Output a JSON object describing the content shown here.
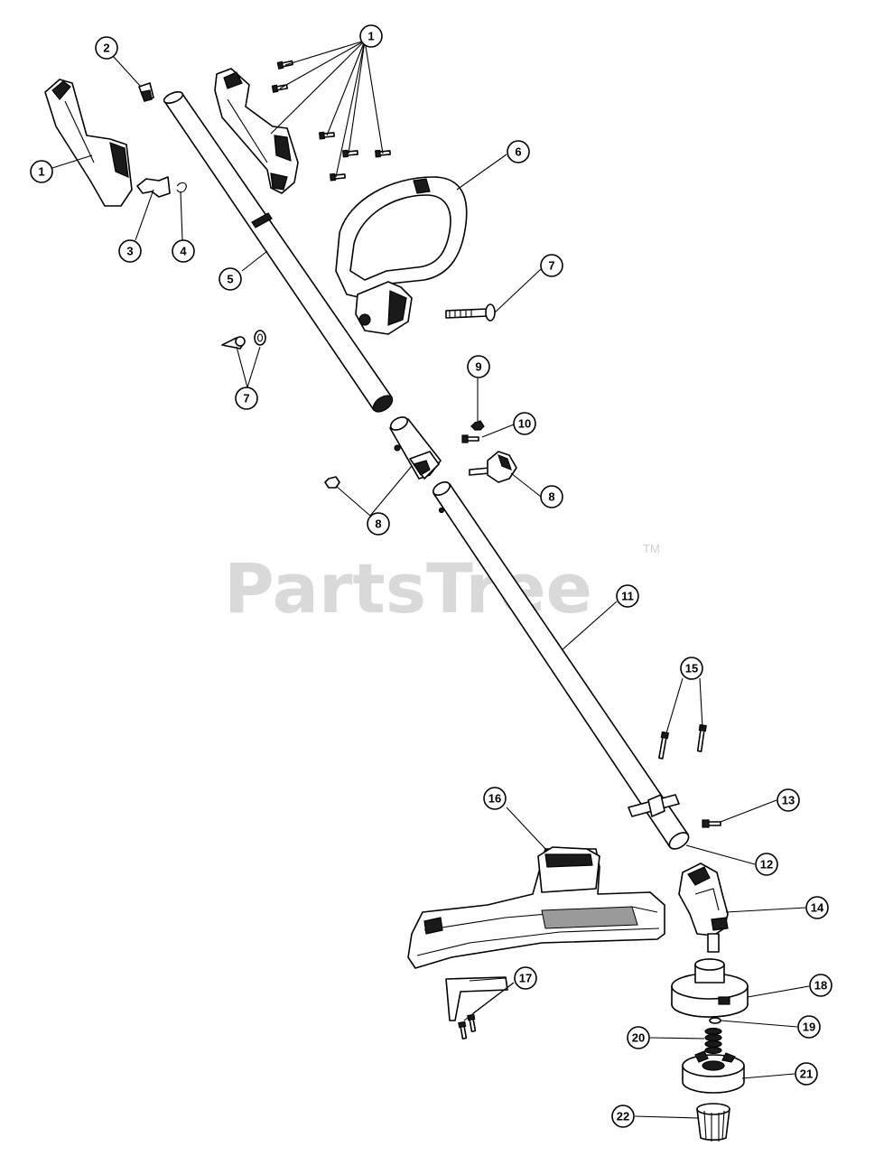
{
  "watermark": {
    "text": "PartsTree",
    "trademark": "TM"
  },
  "callouts": {
    "c1a": "1",
    "c1b": "1",
    "c2": "2",
    "c3": "3",
    "c4": "4",
    "c5": "5",
    "c6": "6",
    "c7a": "7",
    "c7b": "7",
    "c8a": "8",
    "c8b": "8",
    "c9": "9",
    "c10": "10",
    "c11": "11",
    "c12": "12",
    "c13": "13",
    "c14": "14",
    "c15": "15",
    "c16": "16",
    "c17": "17",
    "c18": "18",
    "c19": "19",
    "c20": "20",
    "c21": "21",
    "c22": "22"
  }
}
